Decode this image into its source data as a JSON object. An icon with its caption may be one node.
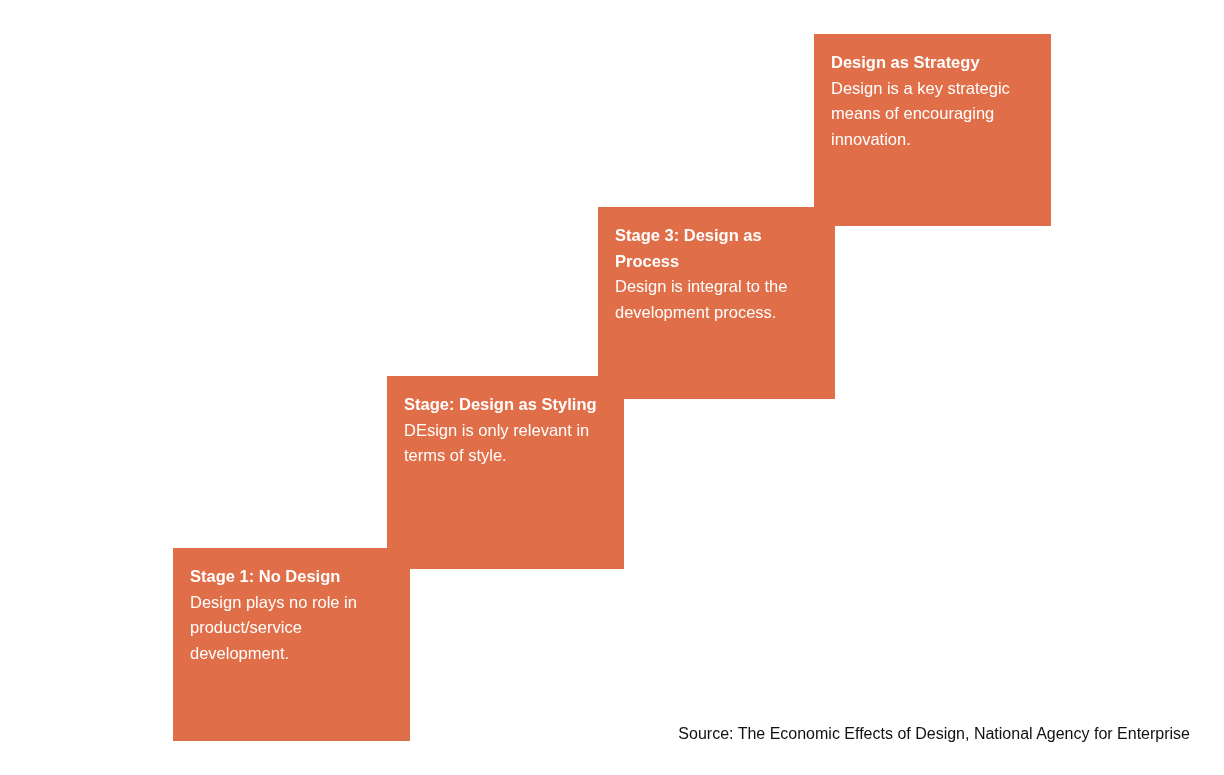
{
  "diagram": {
    "caption": "Source: The Economic Effects of Design, National Agency for Enterprise",
    "nodes": [
      {
        "text": [
          "Stage 1: No Design",
          "Design plays no role in product/service development."
        ]
      },
      {
        "text": [
          "Stage: Design as Styling",
          "DEsign is only relevant in terms of style."
        ]
      },
      {
        "text": [
          "Stage 3: Design as Process",
          "Design is integral to the development process."
        ]
      },
      {
        "text": [
          "Design as Strategy",
          "Design is a key strategic means of encouraging innovation."
        ]
      }
    ]
  }
}
